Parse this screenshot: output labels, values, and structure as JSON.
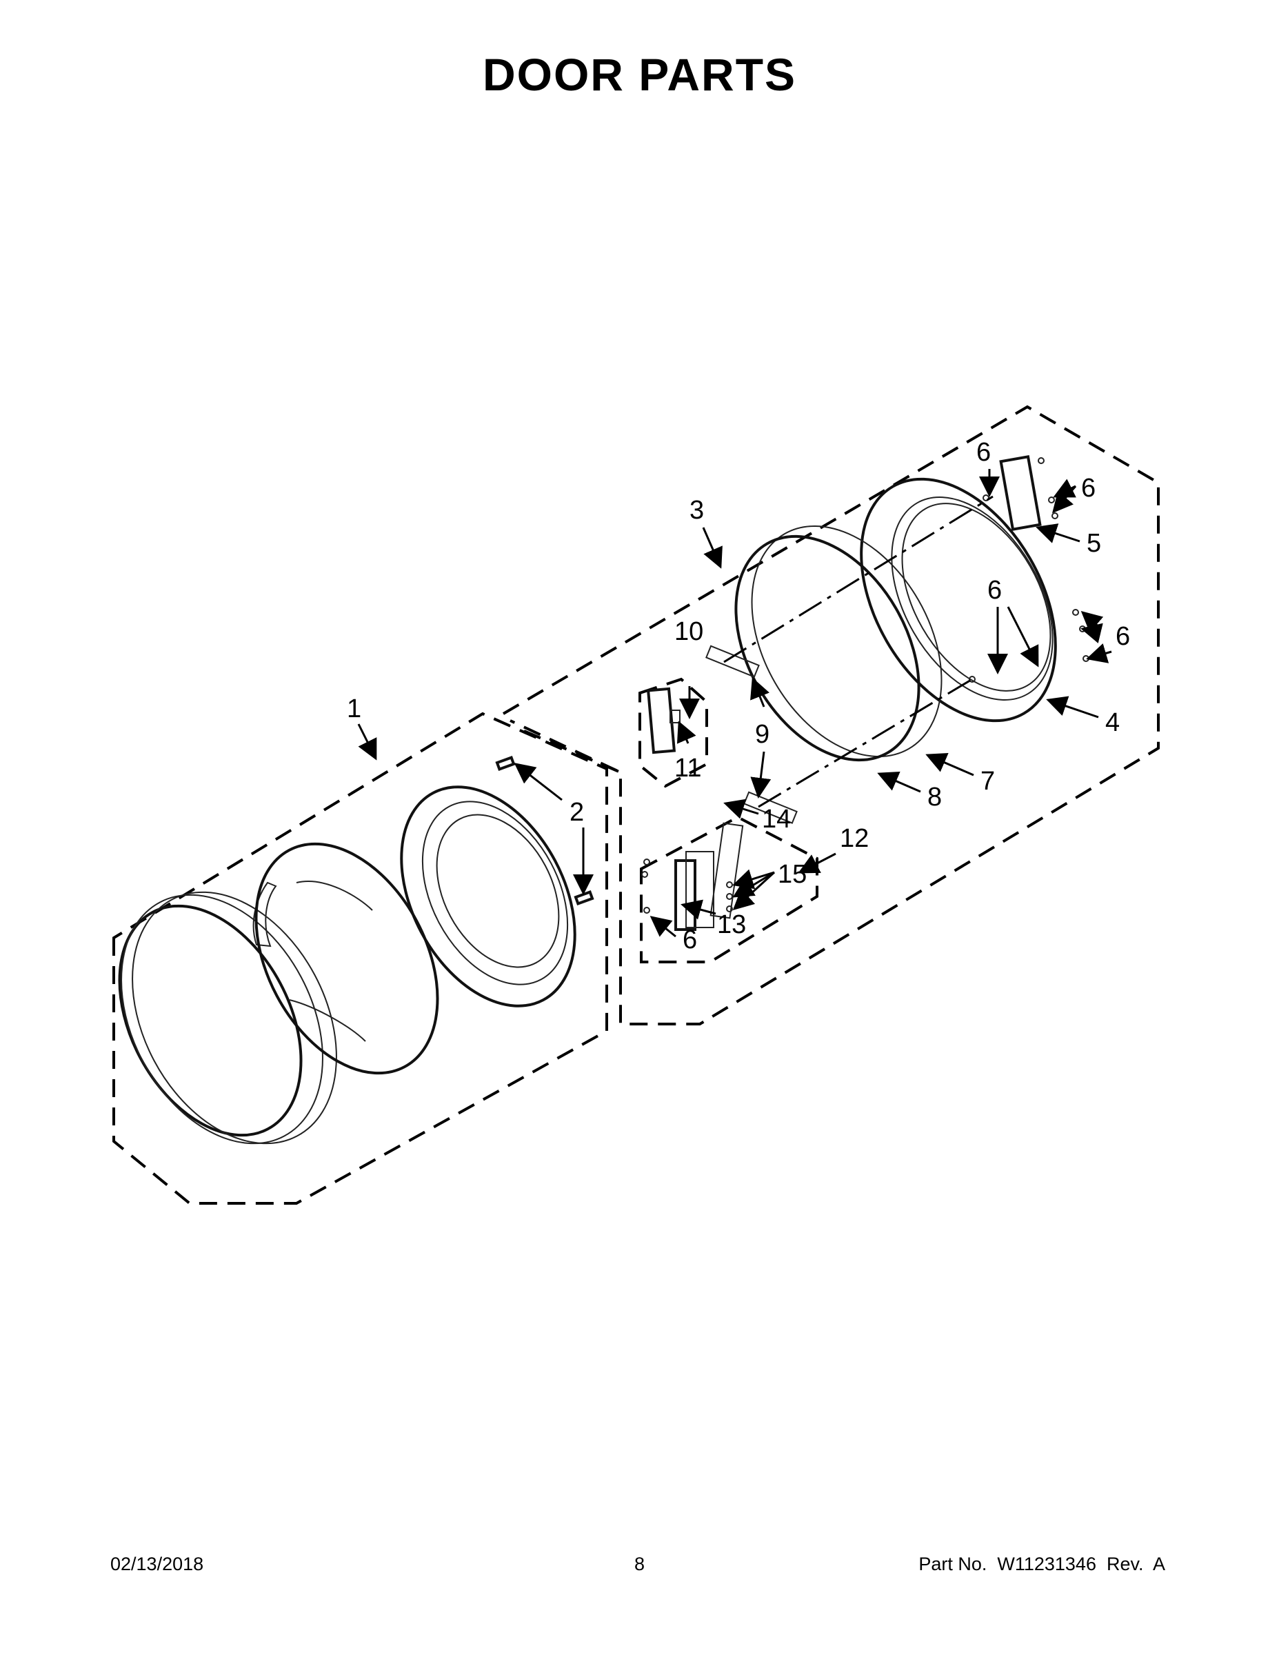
{
  "title": "DOOR PARTS",
  "callouts": {
    "c1": "1",
    "c2": "2",
    "c3": "3",
    "c4": "4",
    "c5": "5",
    "c6": "6",
    "c7": "7",
    "c8": "8",
    "c9": "9",
    "c10": "10",
    "c11": "11",
    "c12": "12",
    "c13": "13",
    "c14": "14",
    "c15": "15"
  },
  "footer": {
    "date": "02/13/2018",
    "page": "8",
    "part_number": "Part No.  W11231346  Rev.  A"
  }
}
